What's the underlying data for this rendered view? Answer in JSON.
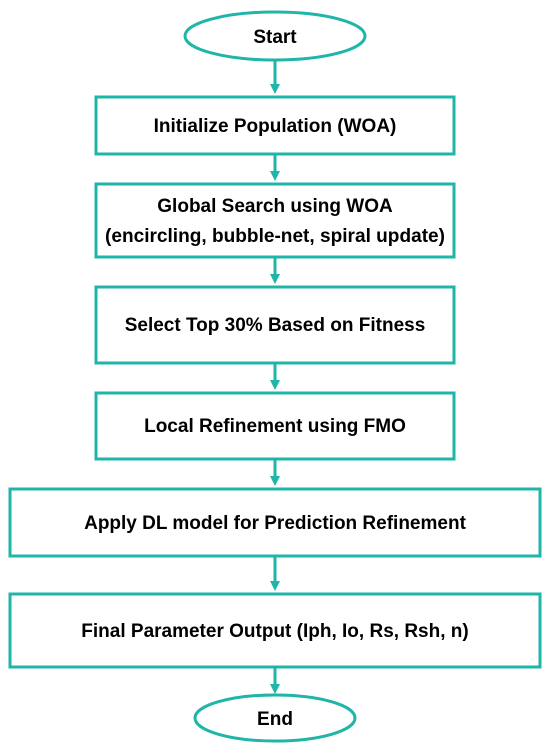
{
  "colors": {
    "stroke": "#1fb5a8",
    "fill": "#ffffff",
    "text": "#000000"
  },
  "flowchart": {
    "start": "Start",
    "steps": [
      {
        "lines": [
          "Initialize Population (WOA)"
        ]
      },
      {
        "lines": [
          "Global Search using WOA",
          "(encircling, bubble-net, spiral update)"
        ]
      },
      {
        "lines": [
          "Select Top 30% Based on Fitness"
        ]
      },
      {
        "lines": [
          "Local Refinement using FMO"
        ]
      },
      {
        "lines": [
          "Apply DL model for Prediction Refinement"
        ]
      },
      {
        "lines": [
          "Final Parameter Output (Iph, Io, Rs, Rsh, n)"
        ]
      }
    ],
    "end": "End"
  }
}
